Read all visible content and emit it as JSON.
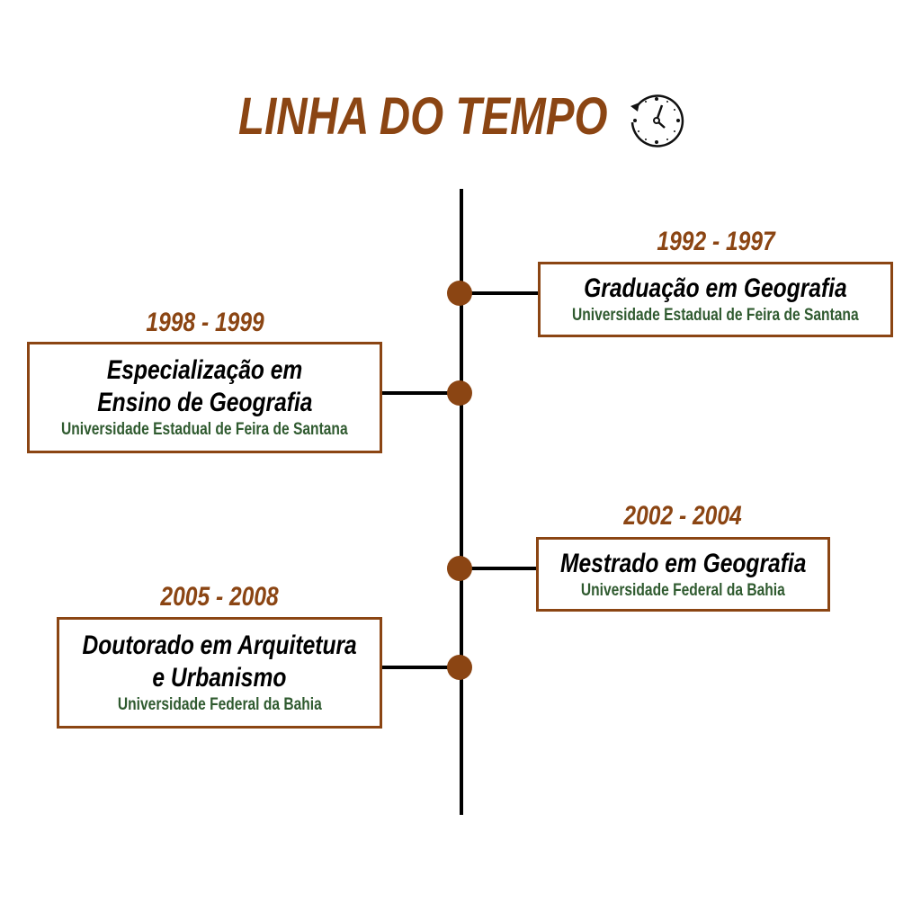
{
  "title": "LINHA DO TEMPO",
  "title_icon": "clock-history-icon",
  "colors": {
    "accent": "#8B4513",
    "institution": "#2F5A2F",
    "line": "#000000"
  },
  "events": [
    {
      "years": "1992 - 1997",
      "degree_lines": [
        "Graduação em Geografia"
      ],
      "institution": "Universidade Estadual de Feira de Santana",
      "side": "right"
    },
    {
      "years": "1998 - 1999",
      "degree_lines": [
        "Especialização em",
        "Ensino de Geografia"
      ],
      "institution": "Universidade Estadual de Feira de Santana",
      "side": "left"
    },
    {
      "years": "2002 - 2004",
      "degree_lines": [
        "Mestrado em Geografia"
      ],
      "institution": "Universidade Federal da Bahia",
      "side": "right"
    },
    {
      "years": "2005 - 2008",
      "degree_lines": [
        "Doutorado em Arquitetura",
        "e Urbanismo"
      ],
      "institution": "Universidade Federal da Bahia",
      "side": "left"
    }
  ]
}
